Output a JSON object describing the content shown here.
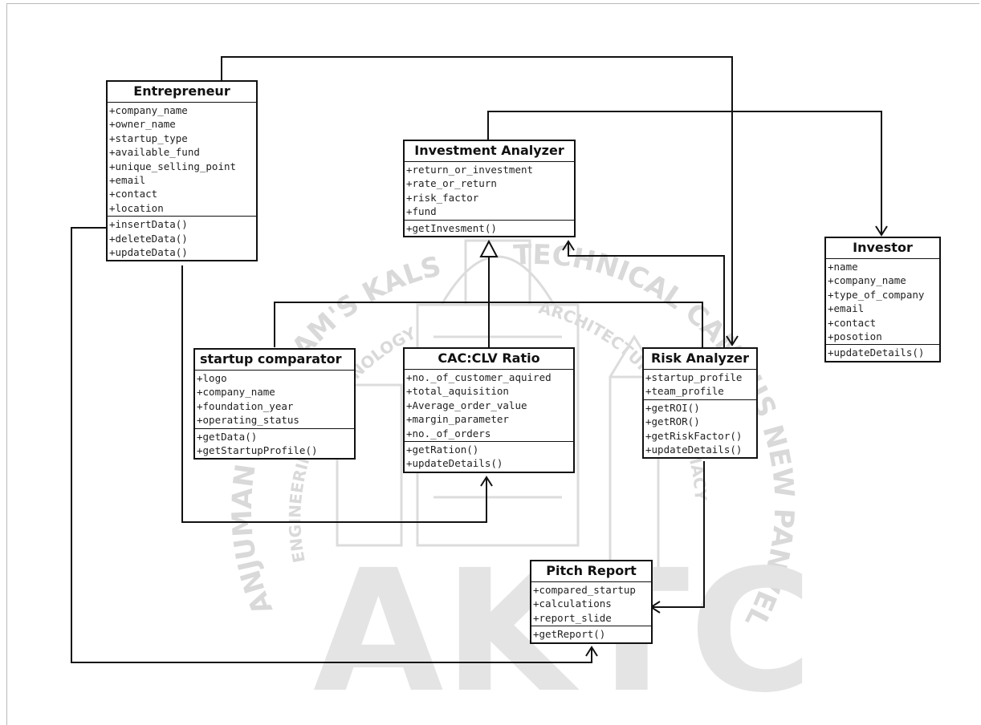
{
  "watermark": {
    "text_arc_left": "ANJUMAN - I - ISLAM'S KALSEKAR",
    "text_arc_right": "TECHNICAL CAMPUS NEW PANVEL",
    "inner_left": "ENGINEERING & TECHNOLOGY",
    "inner_right": "ARCHITECTURE & PHARMACY",
    "logo_text": "AKTC"
  },
  "classes": {
    "entrepreneur": {
      "name": "Entrepreneur",
      "attributes": [
        "+company_name",
        "+owner_name",
        "+startup_type",
        "+available_fund",
        "+unique_selling_point",
        "+email",
        "+contact",
        "+location"
      ],
      "methods": [
        "+insertData()",
        "+deleteData()",
        "+updateData()"
      ]
    },
    "investment_analyzer": {
      "name": "Investment Analyzer",
      "attributes": [
        "+return_or_investment",
        "+rate_or_return",
        "+risk_factor",
        "+fund"
      ],
      "methods": [
        "+getInvesment()"
      ]
    },
    "investor": {
      "name": "Investor",
      "attributes": [
        "+name",
        "+company_name",
        "+type_of_company",
        "+email",
        "+contact",
        "+posotion"
      ],
      "methods": [
        "+updateDetails()"
      ]
    },
    "startup_comparator": {
      "name": "startup comparator",
      "attributes": [
        "+logo",
        "+company_name",
        "+foundation_year",
        "+operating_status"
      ],
      "methods": [
        "+getData()",
        "+getStartupProfile()"
      ]
    },
    "cac_clv_ratio": {
      "name": "CAC:CLV Ratio",
      "attributes": [
        "+no._of_customer_aquired",
        "+total_aquisition",
        "+Average_order_value",
        "+margin_parameter",
        "+no._of_orders"
      ],
      "methods": [
        "+getRation()",
        "+updateDetails()"
      ]
    },
    "risk_analyzer": {
      "name": "Risk Analyzer",
      "attributes": [
        "+startup_profile",
        "+team_profile"
      ],
      "methods": [
        "+getROI()",
        "+getROR()",
        "+getRiskFactor()",
        "+updateDetails()"
      ]
    },
    "pitch_report": {
      "name": "Pitch Report",
      "attributes": [
        "+compared_startup",
        "+calculations",
        "+report_slide"
      ],
      "methods": [
        "+getReport()"
      ]
    }
  },
  "relations": [
    {
      "from": "entrepreneur",
      "to": "risk_analyzer",
      "kind": "association"
    },
    {
      "from": "investment_analyzer",
      "to": "investor",
      "kind": "association"
    },
    {
      "from": "startup_comparator",
      "to": "investment_analyzer",
      "kind": "generalization"
    },
    {
      "from": "cac_clv_ratio",
      "to": "investment_analyzer",
      "kind": "generalization"
    },
    {
      "from": "risk_analyzer",
      "to": "investment_analyzer",
      "kind": "generalization"
    },
    {
      "from": "risk_analyzer",
      "to": "investment_analyzer",
      "kind": "association"
    },
    {
      "from": "entrepreneur",
      "to": "cac_clv_ratio",
      "kind": "association"
    },
    {
      "from": "entrepreneur",
      "to": "pitch_report",
      "kind": "association"
    },
    {
      "from": "risk_analyzer",
      "to": "pitch_report",
      "kind": "association"
    }
  ],
  "colors": {
    "line": "#111111",
    "box_border": "#111111",
    "watermark": "#d2d2d2"
  }
}
